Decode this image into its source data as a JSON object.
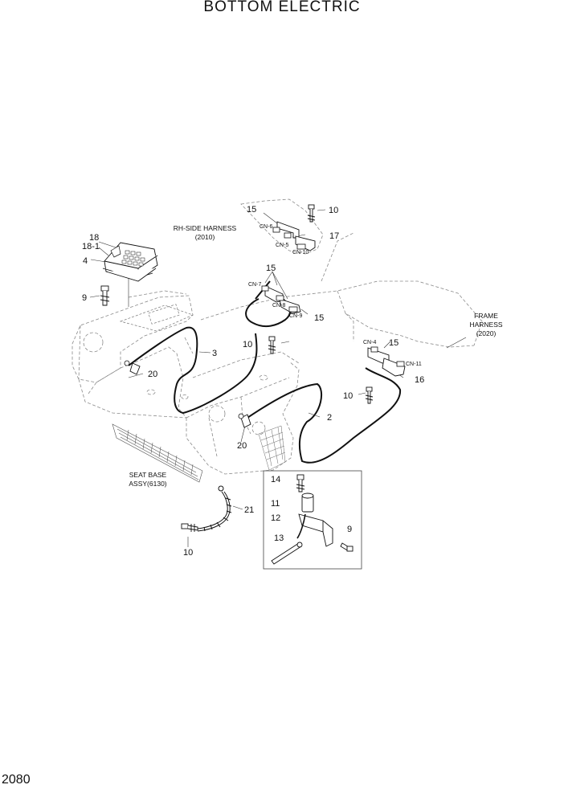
{
  "title": "BOTTOM ELECTRIC",
  "page_number": "2080",
  "notes": {
    "rh_side_harness": [
      "RH-SIDE HARNESS",
      "(2010)"
    ],
    "frame_harness": [
      "FRAME",
      "HARNESS",
      "(2020)"
    ],
    "seat_base": [
      "SEAT BASE",
      "ASSY(6130)"
    ]
  },
  "connectors": {
    "cn4": "CN-4",
    "cn5": "CN-5",
    "cn6": "CN-6",
    "cn7": "CN-7",
    "cn8": "CN-8",
    "cn9": "CN-9",
    "cn10": "CN-10",
    "cn11": "CN-11"
  },
  "callouts": {
    "c18": "18",
    "c18_1": "18-1",
    "c4": "4",
    "c9_left": "9",
    "c20_upper": "20",
    "c3": "3",
    "c15_top": "15",
    "c10_top": "10",
    "c17": "17",
    "c15_mid": "15",
    "c15_mid_right": "15",
    "c10_mid": "10",
    "c15_right": "15",
    "c16": "16",
    "c10_right": "10",
    "c2": "2",
    "c20_lower": "20",
    "c21": "21",
    "c10_bottom": "10",
    "c14": "14",
    "c11": "11",
    "c12": "12",
    "c13": "13",
    "c9_inset": "9"
  }
}
